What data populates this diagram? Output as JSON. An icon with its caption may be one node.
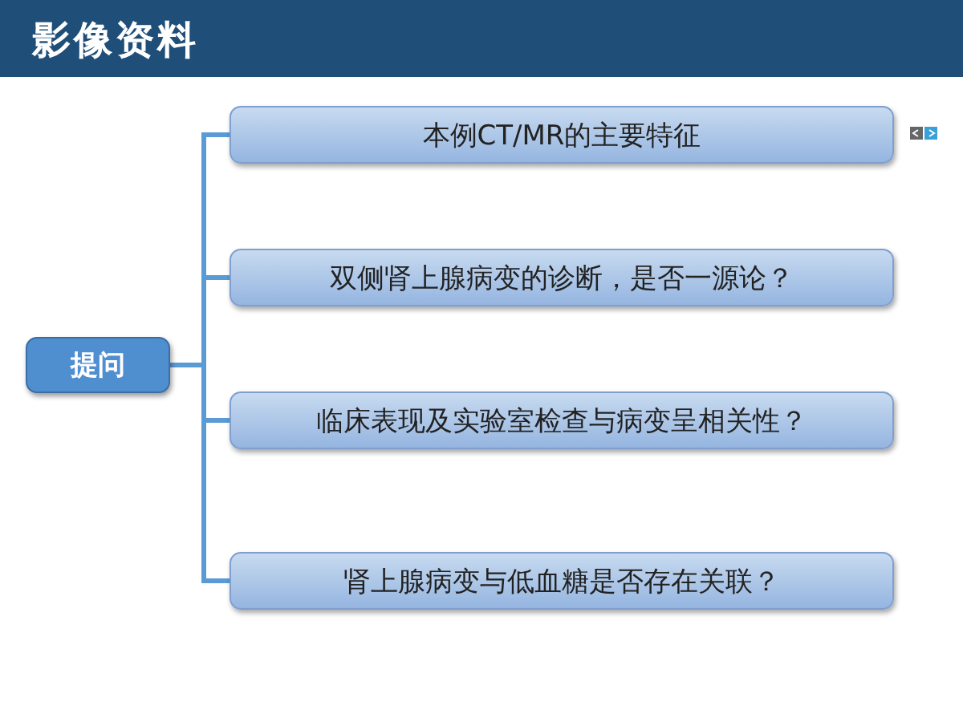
{
  "diagram": {
    "title": "影像资料",
    "nodes": [
      {
        "text": [
          "提问"
        ]
      },
      {
        "text": [
          "本例CT/MR的主要特征"
        ]
      },
      {
        "text": [
          "双侧肾上腺病变的诊断，是否一源论？"
        ]
      },
      {
        "text": [
          "临床表现及实验室检查与病变呈相关性？"
        ]
      },
      {
        "text": [
          "肾上腺病变与低血糖是否存在关联？"
        ]
      }
    ],
    "edges": [
      {
        "from": 0,
        "to": 1,
        "arrow": "none"
      },
      {
        "from": 0,
        "to": 2,
        "arrow": "none"
      },
      {
        "from": 0,
        "to": 3,
        "arrow": "none"
      },
      {
        "from": 0,
        "to": 4,
        "arrow": "none"
      }
    ]
  }
}
